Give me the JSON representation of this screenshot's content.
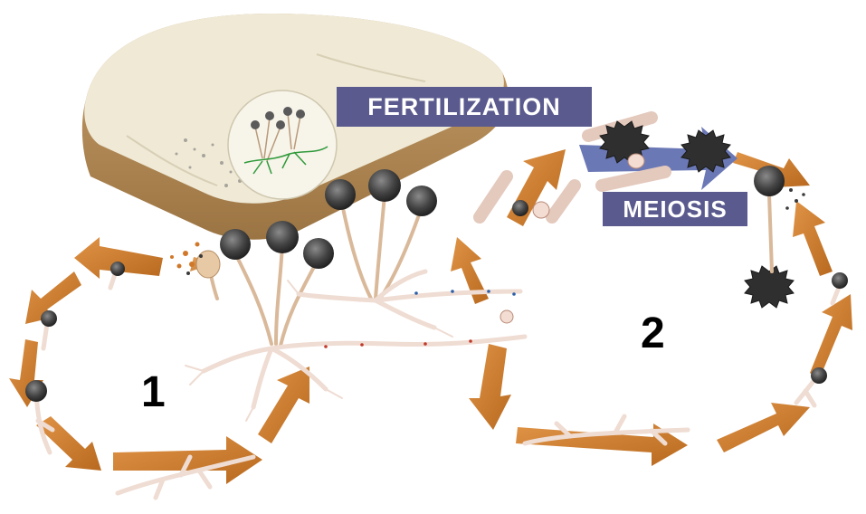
{
  "diagram": {
    "labels": {
      "fertilization": "FERTILIZATION",
      "meiosis": "MEIOSIS"
    },
    "cycles": [
      {
        "number": "1"
      },
      {
        "number": "2"
      }
    ],
    "colors": {
      "arrow": "#d07f2e",
      "arrow_dark": "#a85f1a",
      "label_bg": "#5a5a8e",
      "bread_crust": "#b8915a",
      "bread_face": "#efe9d6",
      "sporangium": "#3f3f3f",
      "hypha": "#f4e6df",
      "hypha_edge": "#d9b9a6"
    }
  }
}
